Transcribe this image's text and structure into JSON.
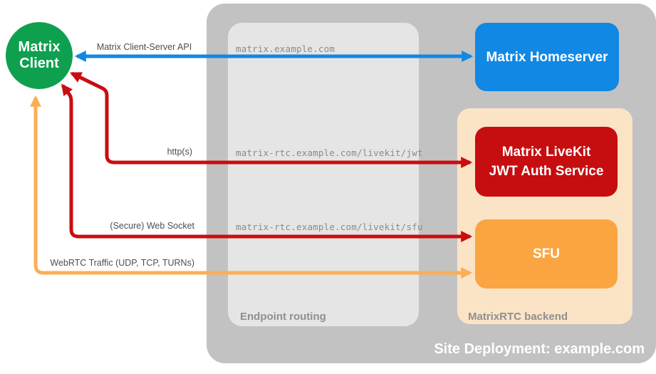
{
  "client": {
    "label_line1": "Matrix",
    "label_line2": "Client",
    "color": "#0ea04e",
    "text_color": "#ffffff"
  },
  "site": {
    "caption": "Site Deployment: example.com",
    "caption_color": "#ffffff",
    "container_color": "#c2c2c2"
  },
  "endpoint_routing": {
    "title": "Endpoint routing",
    "bg_color": "#e5e5e5",
    "title_color": "#8f8f8f",
    "routes": [
      "matrix.example.com",
      "matrix-rtc.example.com/livekit/jwt",
      "matrix-rtc.example.com/livekit/sfu"
    ],
    "route_text_color": "#8a8a8a"
  },
  "backend": {
    "title": "MatrixRTC backend",
    "bg_color": "#fbe3c6",
    "title_color": "#8f8f8f"
  },
  "nodes": {
    "homeserver": {
      "label": "Matrix Homeserver",
      "color": "#1088e4"
    },
    "jwt": {
      "label_line1": "Matrix LiveKit",
      "label_line2": "JWT Auth Service",
      "color": "#c60d10"
    },
    "sfu": {
      "label": "SFU",
      "color": "#faa541"
    }
  },
  "connections": {
    "cs_api": {
      "label": "Matrix Client-Server API",
      "color": "#1088e4",
      "bidirectional": true
    },
    "http": {
      "label": "http(s)",
      "color": "#c90d10",
      "bidirectional": true
    },
    "websocket": {
      "label": "(Secure) Web Socket",
      "color": "#c90d10",
      "bidirectional": true
    },
    "webrtc": {
      "label": "WebRTC Traffic (UDP, TCP, TURNs)",
      "color": "#fbae55",
      "bidirectional": true
    }
  },
  "label_text_color": "#4e4e50"
}
